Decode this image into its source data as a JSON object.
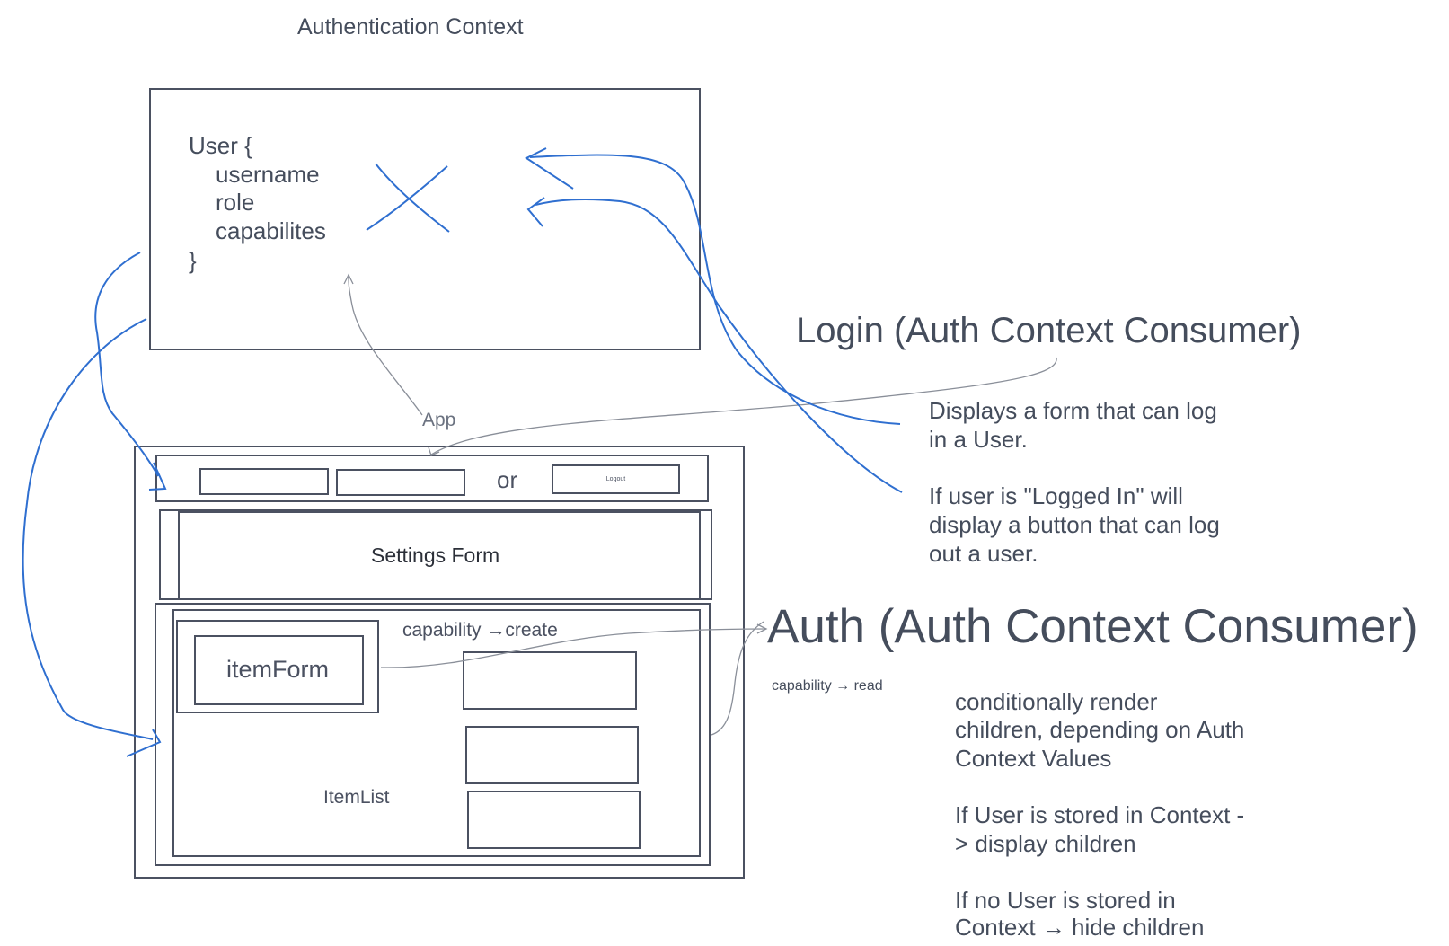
{
  "title": "Authentication Context",
  "context_box": {
    "lines": [
      "User {",
      "username",
      "role",
      "capabilites",
      "}"
    ]
  },
  "app": {
    "label": "App",
    "header": {
      "or_label": "or",
      "logout_label": "Logout"
    },
    "settings_label": "Settings Form",
    "item_form_label": "itemForm",
    "capability_create": "capability →create",
    "item_list_label": "ItemList"
  },
  "login_note": {
    "title": "Login (Auth Context Consumer)",
    "desc_lines": [
      "Displays a form that can log",
      "in a User."
    ],
    "if_lines": [
      "If user is \"Logged In\" will",
      "display a button that can log",
      "out a user."
    ]
  },
  "auth_note": {
    "title": "Auth (Auth Context Consumer)",
    "capability_read": "capability → read",
    "desc_lines": [
      "conditionally render",
      "children, depending on Auth",
      "Context Values"
    ],
    "if_stored_lines": [
      "If User is stored in Context -",
      "> display children"
    ],
    "if_not_lines": [
      "If no User is stored in",
      "Context → hide children"
    ]
  },
  "colors": {
    "ink": "#4b5161",
    "pen_blue": "#2f6fd0",
    "thin_line": "#8a8f99"
  }
}
